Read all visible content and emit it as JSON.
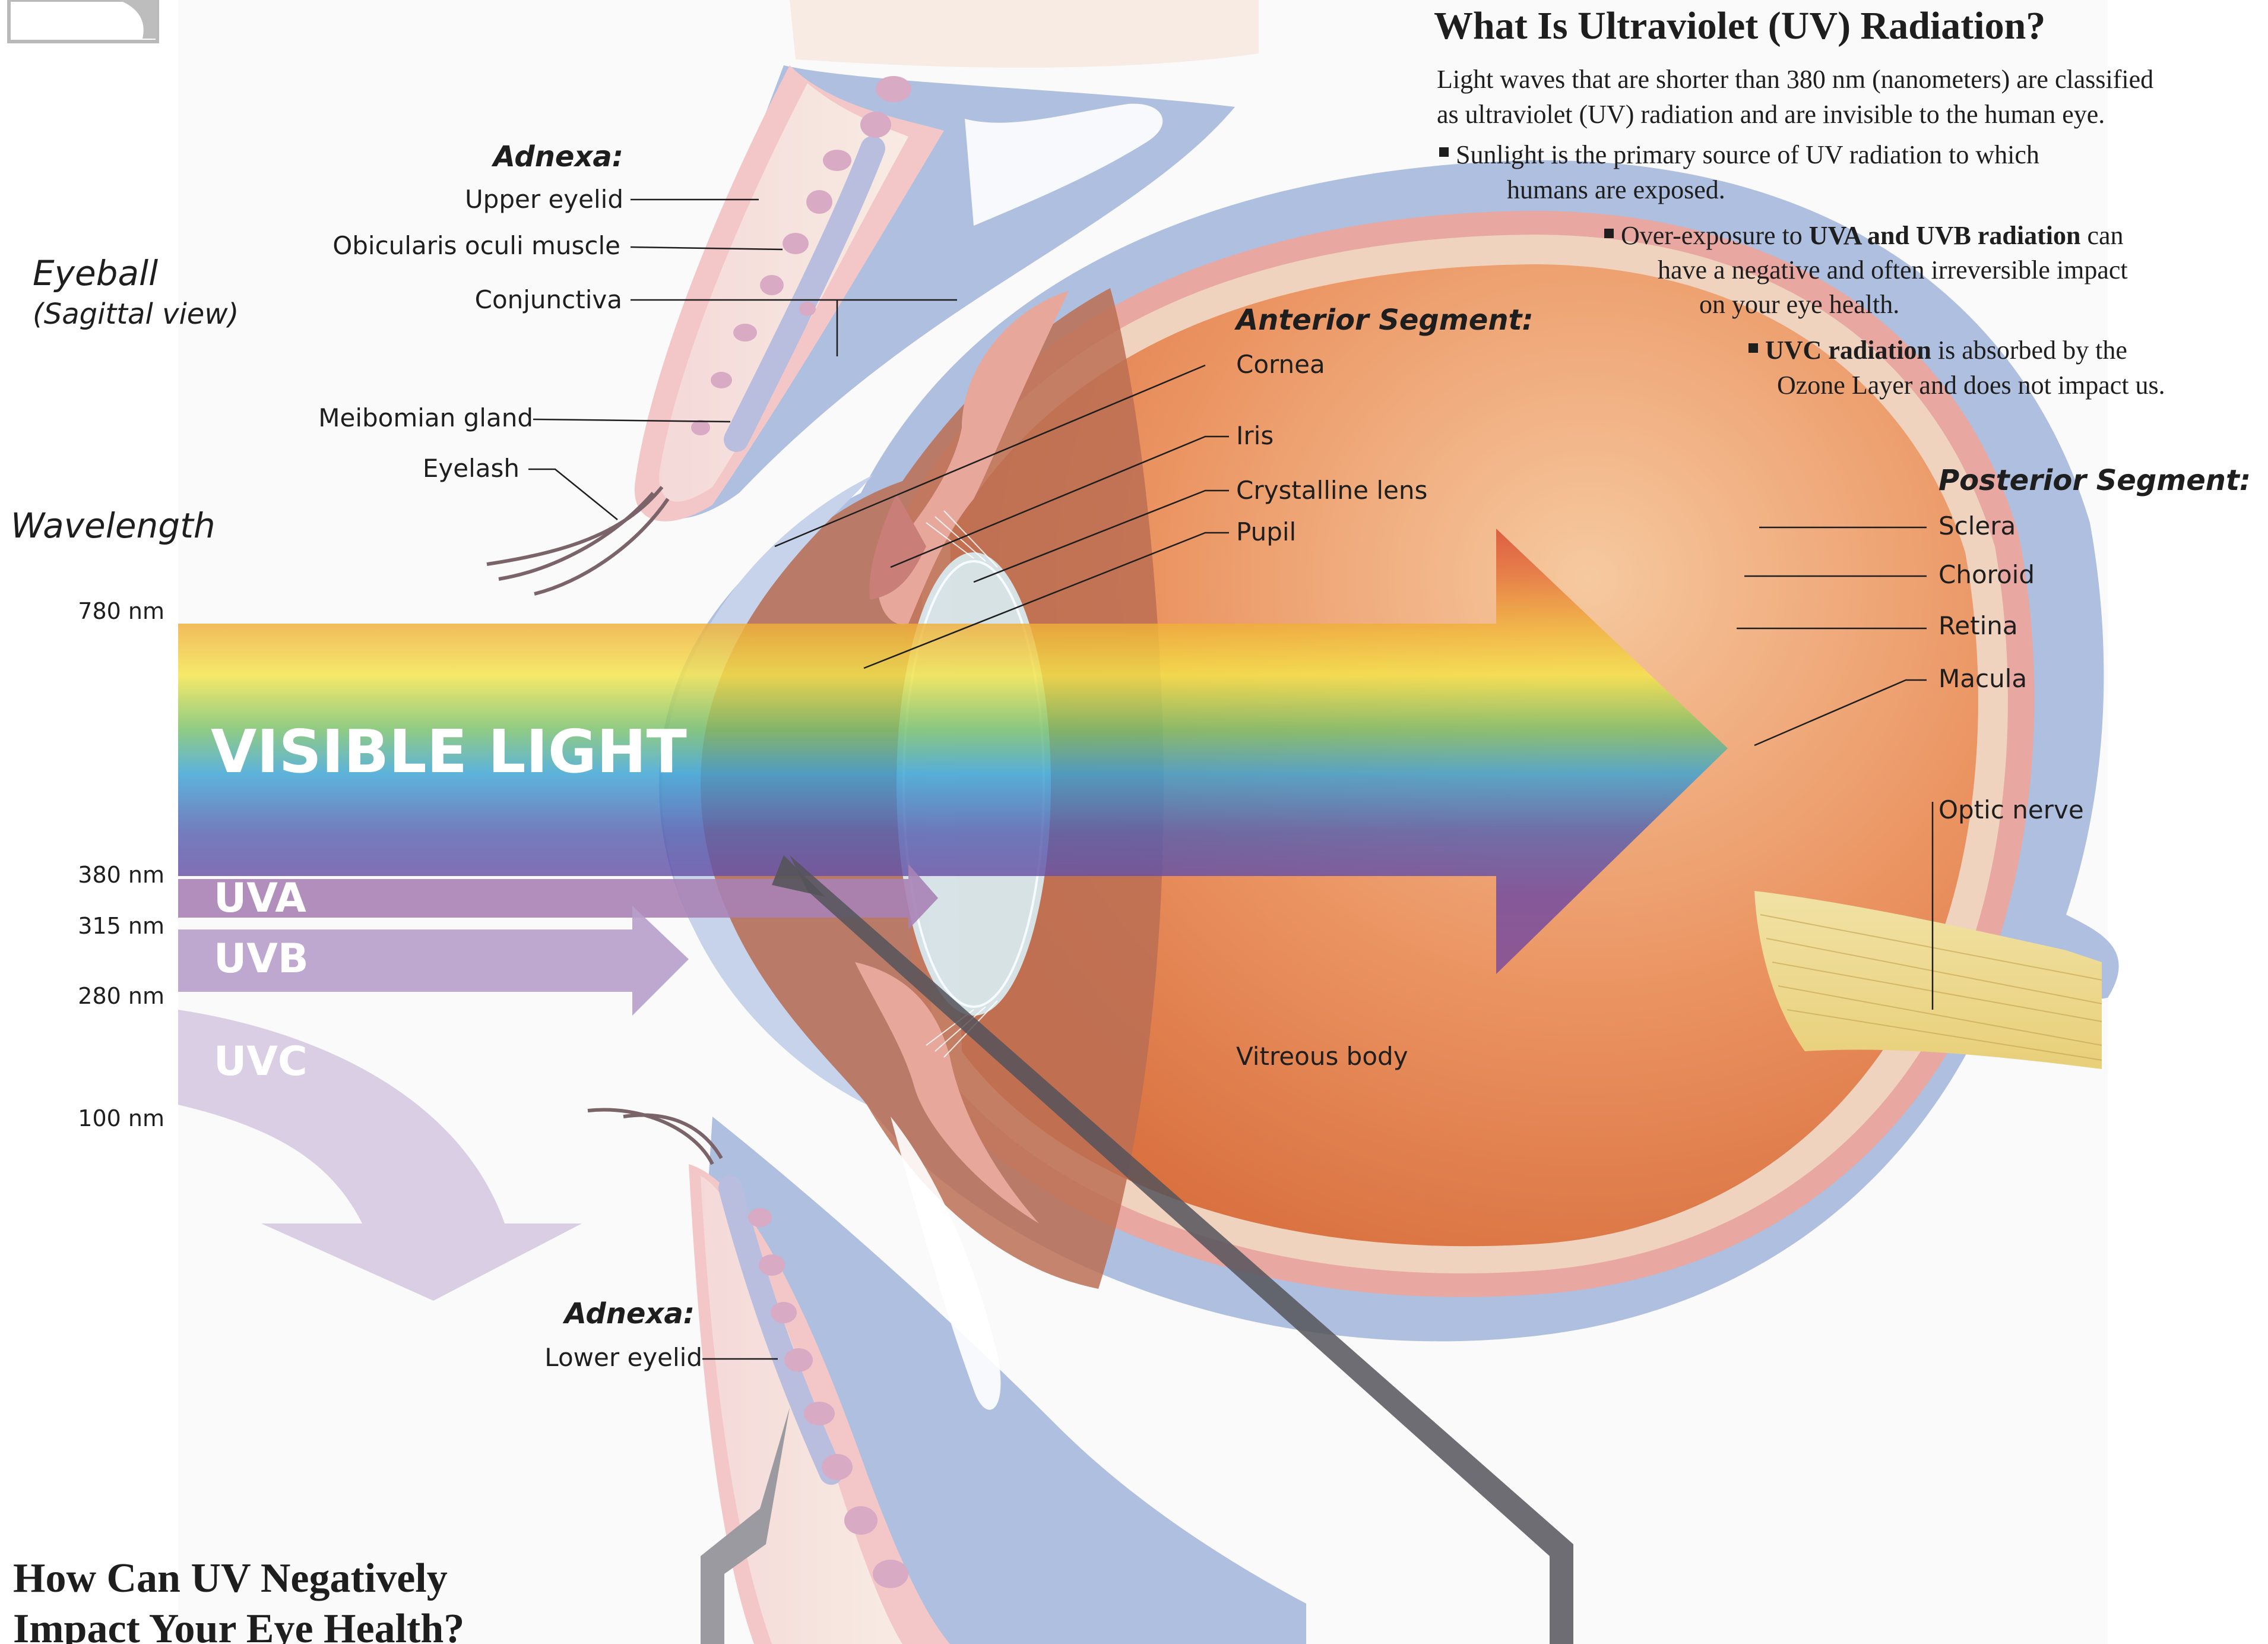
{
  "info": {
    "title": "What Is Ultraviolet (UV) Radiation?",
    "intro_line1": "Light waves that are shorter than 380 nm (nanometers) are classified",
    "intro_line2": "as ultraviolet (UV) radiation and are invisible to the human eye.",
    "bullet1_line1": "Sunlight is the primary source of UV radiation to which",
    "bullet1_line2": "humans are exposed.",
    "bullet2_line1_pre": "Over-exposure to ",
    "bullet2_line1_bold": "UVA and UVB radiation",
    "bullet2_line1_post": " can",
    "bullet2_line2": "have a negative and often irreversible impact",
    "bullet2_line3": "on your eye health.",
    "bullet3_line1_bold": "UVC radiation",
    "bullet3_line1_post": " is absorbed by the",
    "bullet3_line2": "Ozone Layer and does not impact us."
  },
  "eyeball_title": "Eyeball",
  "eyeball_subtitle": "(Sagittal view)",
  "wavelength_title": "Wavelength",
  "wavelengths": [
    "780 nm",
    "380 nm",
    "315 nm",
    "280 nm",
    "100 nm"
  ],
  "bands": {
    "visible": "VISIBLE LIGHT",
    "uva": "UVA",
    "uvb": "UVB",
    "uvc": "UVC"
  },
  "adnexa_upper": {
    "heading": "Adnexa:",
    "items": [
      "Upper eyelid",
      "Obicularis oculi muscle",
      "Conjunctiva",
      "Meibomian gland",
      "Eyelash"
    ]
  },
  "adnexa_lower": {
    "heading": "Adnexa:",
    "items": [
      "Lower eyelid"
    ]
  },
  "anterior": {
    "heading": "Anterior Segment:",
    "items": [
      "Cornea",
      "Iris",
      "Crystalline lens",
      "Pupil"
    ]
  },
  "posterior": {
    "heading": "Posterior Segment:",
    "items": [
      "Sclera",
      "Choroid",
      "Retina",
      "Macula",
      "Optic nerve"
    ]
  },
  "vitreous": "Vitreous body",
  "bottom_title_line1": "How Can UV Negatively",
  "bottom_title_line2": "Impact Your Eye Health?",
  "colors": {
    "sclera_blue": "#aebfdf",
    "eye_interior": "#e8855a",
    "uva_band": "#a982b5",
    "uvb_band": "#b79fcb",
    "uvc_band": "#d8cbe3"
  }
}
